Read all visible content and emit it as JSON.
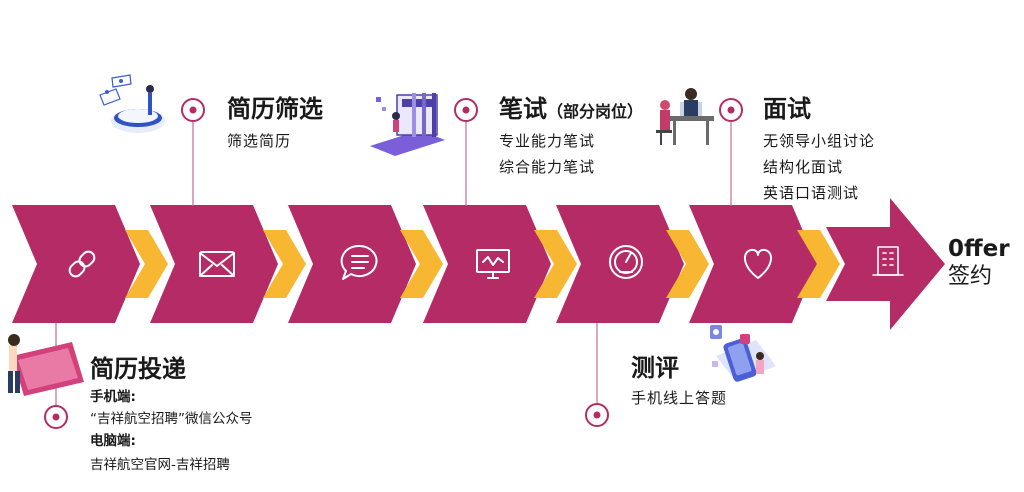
{
  "colors": {
    "chevron": "#b52b66",
    "arrow_small": "#f7b733",
    "connector": "#c46a8f",
    "dot_ring": "#b52b66"
  },
  "stages": [
    {
      "id": "resume-submit",
      "title": "简历投递",
      "lines": [
        {
          "label": "手机端:",
          "bold": true
        },
        {
          "label": "“吉祥航空招聘”微信公众号",
          "bold": false
        },
        {
          "label": "电脑端:",
          "bold": true
        },
        {
          "label": "吉祥航空官网-吉祥招聘",
          "bold": false
        }
      ],
      "icon": "link-icon"
    },
    {
      "id": "resume-screening",
      "title": "简历筛选",
      "lines": [
        {
          "label": "筛选简历"
        }
      ],
      "icon": "envelope-icon"
    },
    {
      "id": "written-test",
      "title": "笔试",
      "title_note": "（部分岗位）",
      "lines": [
        {
          "label": "专业能力笔试"
        },
        {
          "label": "综合能力笔试"
        }
      ],
      "icon": "chat-bubble-icon"
    },
    {
      "id": "assessment",
      "title": "测评",
      "lines": [
        {
          "label": "手机线上答题"
        }
      ],
      "icon": "gauge-icon"
    },
    {
      "id": "interview",
      "title": "面试",
      "lines": [
        {
          "label": "无领导小组讨论"
        },
        {
          "label": "结构化面试"
        },
        {
          "label": "英语口语测试"
        }
      ],
      "icon": "heart-icon"
    }
  ],
  "chevron_icons": [
    "link-icon",
    "envelope-icon",
    "chat-bubble-icon",
    "monitor-icon",
    "gauge-icon",
    "heart-icon",
    "building-icon"
  ],
  "final": {
    "line1": "0ffer",
    "line2": "签约"
  }
}
